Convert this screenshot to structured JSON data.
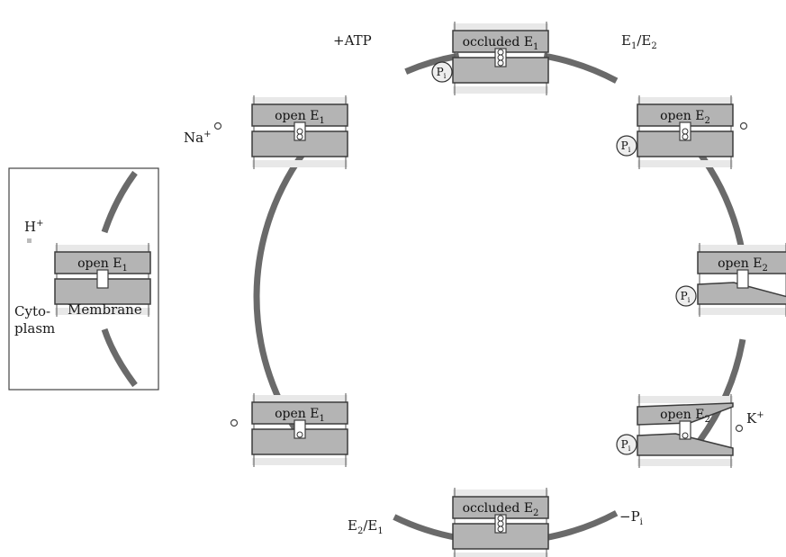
{
  "diagram": {
    "ring_color": "#6a6a6a",
    "box_fill": "#b4b4b4",
    "box_stroke": "#3c3c3c",
    "shade_fill": "#e8e8e8",
    "states": [
      {
        "id": "top",
        "label": "occluded E",
        "sub": "1",
        "pi": true
      },
      {
        "id": "upper-right",
        "label": "open E",
        "sub": "2",
        "pi": true
      },
      {
        "id": "right",
        "label": "open E",
        "sub": "2",
        "pi": true
      },
      {
        "id": "lower-right",
        "label": "open E",
        "sub": "2",
        "pi": true
      },
      {
        "id": "bottom",
        "label": "occluded E",
        "sub": "2",
        "pi": false
      },
      {
        "id": "lower-left",
        "label": "open E",
        "sub": "1",
        "pi": false
      },
      {
        "id": "upper-left",
        "label": "open E",
        "sub": "1",
        "pi": false
      },
      {
        "id": "inset",
        "label": "open E",
        "sub": "1",
        "pi": false
      }
    ],
    "pi_label": {
      "main": "P",
      "sub": "i"
    },
    "transitions": {
      "atp": "+ATP",
      "e1e2": {
        "main": "E",
        "a": "1",
        "mid": "/E",
        "b": "2"
      },
      "e2e1": {
        "main": "E",
        "a": "2",
        "mid": "/E",
        "b": "1"
      },
      "minus_pi": {
        "main": "−P",
        "sub": "i"
      }
    },
    "ions": {
      "na": {
        "main": "Na",
        "sup": "+"
      },
      "k": {
        "main": "K",
        "sup": "+"
      },
      "h": {
        "main": "H",
        "sup": "+"
      }
    },
    "inset": {
      "cytoplasm": "Cyto-\nplasm",
      "cyto_line1": "Cyto-",
      "cyto_line2": "plasm",
      "membrane": "Membrane"
    }
  }
}
